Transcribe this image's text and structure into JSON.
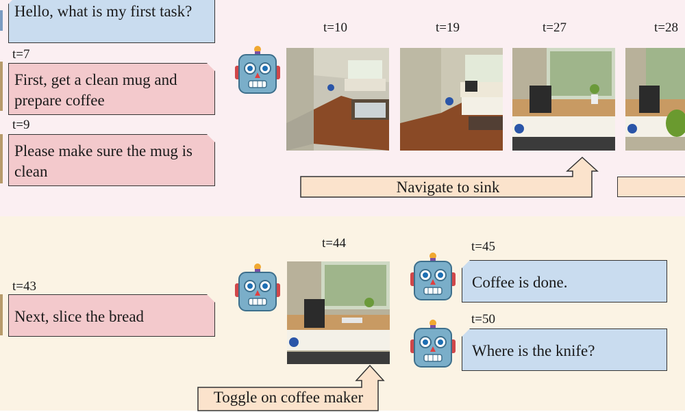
{
  "top": {
    "messages": [
      {
        "speaker": "user",
        "time": "",
        "text": "Hello, what is my first task?"
      },
      {
        "speaker": "commander",
        "time": "t=7",
        "text": "First, get a clean mug and prepare coffee"
      },
      {
        "speaker": "commander",
        "time": "t=9",
        "text": "Please make sure the mug is clean"
      }
    ],
    "frames": [
      {
        "time": "t=10"
      },
      {
        "time": "t=19"
      },
      {
        "time": "t=27"
      },
      {
        "time": "t=28"
      }
    ],
    "action": "Navigate to sink"
  },
  "bottom": {
    "commander_message": {
      "time": "t=43",
      "text": "Next, slice the bread"
    },
    "frame": {
      "time": "t=44"
    },
    "action": "Toggle on coffee maker",
    "robot_messages": [
      {
        "time": "t=45",
        "text": "Coffee is done."
      },
      {
        "time": "t=50",
        "text": "Where is the knife?"
      }
    ]
  },
  "colors": {
    "commander_bubble": "#f3c9cc",
    "robot_bubble": "#c9dcef",
    "action_arrow": "#fbe3cc",
    "top_band": "#fbeff2",
    "bottom_band": "#fbf3e4"
  },
  "icons": {
    "agent": "robot-icon"
  }
}
